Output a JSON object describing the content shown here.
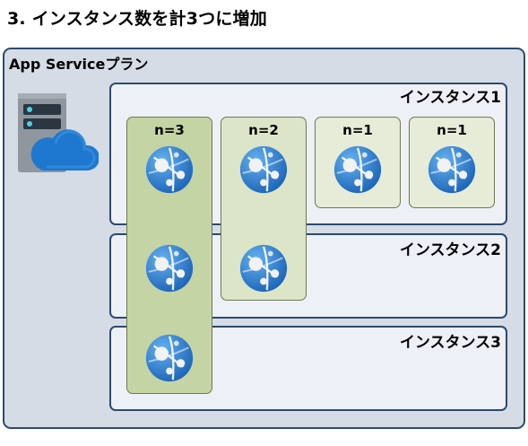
{
  "heading": "3. インスタンス数を計3つに増加",
  "plan": {
    "label": "App Serviceプラン",
    "icon": "app-service-plan-icon"
  },
  "instances": [
    {
      "label": "インスタンス1"
    },
    {
      "label": "インスタンス2"
    },
    {
      "label": "インスタンス3"
    }
  ],
  "apps": [
    {
      "label": "n=3",
      "instance_count": 3
    },
    {
      "label": "n=2",
      "instance_count": 2
    },
    {
      "label": "n=1",
      "instance_count": 1
    },
    {
      "label": "n=1",
      "instance_count": 1
    }
  ],
  "colors": {
    "plan_fill": "#d6dce6",
    "border": "#2d4a6e",
    "instance_fill": "#edf0f6",
    "app_n3_fill": "#c4d4a4",
    "app_fill": "#dce5c8",
    "site_icon_blue": "#2f7bd1"
  }
}
